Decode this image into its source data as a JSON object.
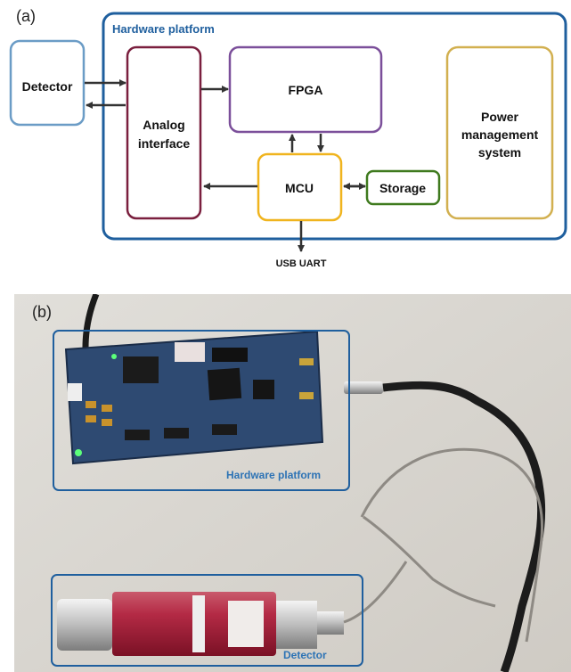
{
  "panel_a": {
    "label": "(a)",
    "platform_title": "Hardware platform",
    "detector": "Detector",
    "analog_line1": "Analog",
    "analog_line2": "interface",
    "fpga": "FPGA",
    "mcu": "MCU",
    "storage": "Storage",
    "power_line1": "Power",
    "power_line2": "management",
    "power_line3": "system",
    "usb": "USB UART"
  },
  "panel_b": {
    "label": "(b)",
    "hardware_label": "Hardware platform",
    "detector_label": "Detector"
  },
  "colors": {
    "platform": "#1f5f9e",
    "detector": "#6b9cc6",
    "analog": "#7a1f3e",
    "fpga": "#7b4f9a",
    "mcu": "#f0b41e",
    "storage": "#3f7a1e",
    "power": "#d2b050",
    "arrow": "#333333"
  },
  "icons": {
    "arrow": "arrow-icon"
  }
}
